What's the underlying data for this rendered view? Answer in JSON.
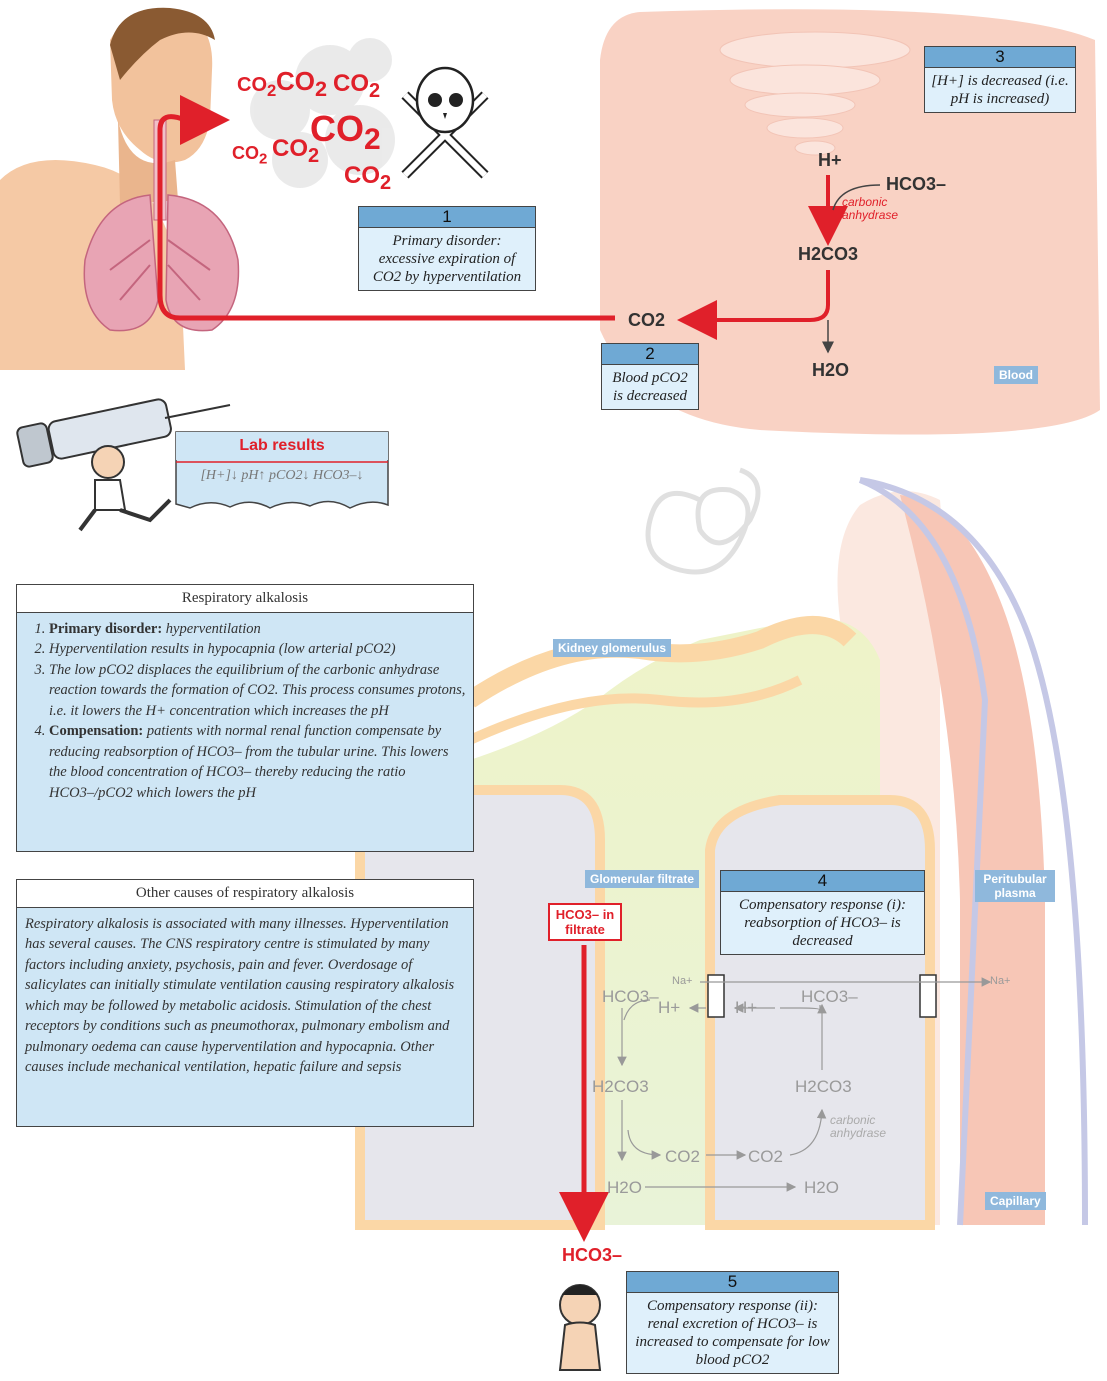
{
  "colors": {
    "red": "#e0202a",
    "box_blue": "#6fa9d4",
    "box_fill": "#dff0fb",
    "blood": "#f9d2c4",
    "info_fill": "#cfe6f5"
  },
  "icons": [
    "skull-crossbones-icon",
    "syringe-carrier-icon",
    "child-icon",
    "lungs-icon",
    "head-icon"
  ],
  "exhaled": {
    "co2": "CO2",
    "co2_sub": "2"
  },
  "blood_labels": {
    "h_plus": "H+",
    "hco3": "HCO3–",
    "enzyme": "carbonic anhydrase",
    "h2co3": "H2CO3",
    "co2": "CO2",
    "h2o": "H2O",
    "blood": "Blood"
  },
  "box1": {
    "num": "1",
    "text": "Primary disorder: excessive expiration of CO2 by hyperventilation"
  },
  "box2": {
    "num": "2",
    "text": "Blood pCO2 is decreased"
  },
  "box3": {
    "num": "3",
    "text": "[H+] is decreased (i.e. pH is increased)"
  },
  "box4": {
    "num": "4",
    "text": "Compensatory response (i): reabsorption of HCO3– is decreased"
  },
  "box5": {
    "num": "5",
    "text": "Compensatory response (ii): renal excretion of HCO3– is increased to compensate for low blood pCO2"
  },
  "lab": {
    "title": "Lab results",
    "values": "[H+]↓ pH↑ pCO2↓ HCO3–↓"
  },
  "resp": {
    "title": "Respiratory alkalosis",
    "items": [
      {
        "bold": "Primary disorder:",
        "text": " hyperventilation"
      },
      {
        "bold": "",
        "text": "Hyperventilation results in hypocapnia (low arterial pCO2)"
      },
      {
        "bold": "",
        "text": "The low pCO2 displaces the equilibrium of the carbonic anhydrase reaction towards the formation of CO2. This process consumes protons, i.e. it lowers the H+ concentration which increases the pH"
      },
      {
        "bold": "Compensation:",
        "text": " patients with normal renal function compensate by reducing reabsorption of HCO3– from the tubular urine. This lowers the blood concentration of HCO3– thereby reducing the ratio HCO3–/pCO2 which lowers the pH"
      }
    ]
  },
  "other": {
    "title": "Other causes of respiratory alkalosis",
    "text": "Respiratory alkalosis is associated with many illnesses. Hyperventilation has several causes. The CNS respiratory centre is stimulated by many factors including anxiety, psychosis, pain and fever. Overdosage of salicylates can initially stimulate ventilation causing respiratory alkalosis which may be followed by metabolic acidosis. Stimulation of the chest receptors by conditions such as pneumothorax, pulmonary embolism and pulmonary oedema can cause hyperventilation and hypocapnia. Other causes include mechanical ventilation, hepatic failure and sepsis"
  },
  "kidney": {
    "glomerulus": "Kidney glomerulus",
    "filtrate": "Glomerular filtrate",
    "peritubular": "Peritubular plasma",
    "capillary": "Capillary",
    "hco3_filtrate": "HCO3– in filtrate",
    "hco3_out": "HCO3–",
    "na": "Na+",
    "hco3": "HCO3–",
    "h": "H+",
    "h2co3": "H2CO3",
    "co2": "CO2",
    "h2o": "H2O",
    "enzyme": "carbonic anhydrase"
  }
}
